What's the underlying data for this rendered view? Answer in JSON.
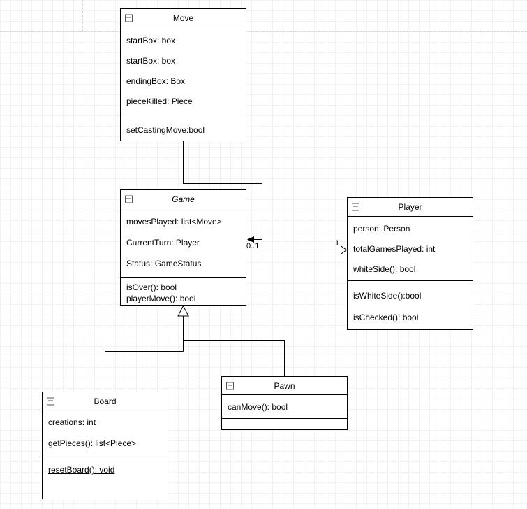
{
  "classes": {
    "move": {
      "title": "Move",
      "attributes": [
        "startBox: box",
        "startBox: box",
        "endingBox: Box",
        "pieceKilled: Piece"
      ],
      "methods": [
        "setCastingMove:bool"
      ]
    },
    "game": {
      "title": "Game",
      "attributes": [
        "movesPlayed: list<Move>",
        "CurrentTurn: Player",
        "Status: GameStatus"
      ],
      "methods": [
        "isOver(): bool",
        "playerMove(): bool"
      ]
    },
    "player": {
      "title": "Player",
      "attributes": [
        "person: Person",
        "totalGamesPlayed: int",
        "whiteSide(): bool"
      ],
      "methods": [
        "isWhiteSide():bool",
        "isChecked(): bool"
      ]
    },
    "board": {
      "title": "Board",
      "attributes": [
        "creations: int",
        "getPieces(): list<Piece>"
      ],
      "methods": [
        "resetBoard(): void"
      ]
    },
    "pawn": {
      "title": "Pawn",
      "attributes": [
        "canMove(): bool"
      ],
      "methods": []
    }
  },
  "edges": {
    "game_player": {
      "source_label": "0..1",
      "target_label": "1"
    }
  }
}
